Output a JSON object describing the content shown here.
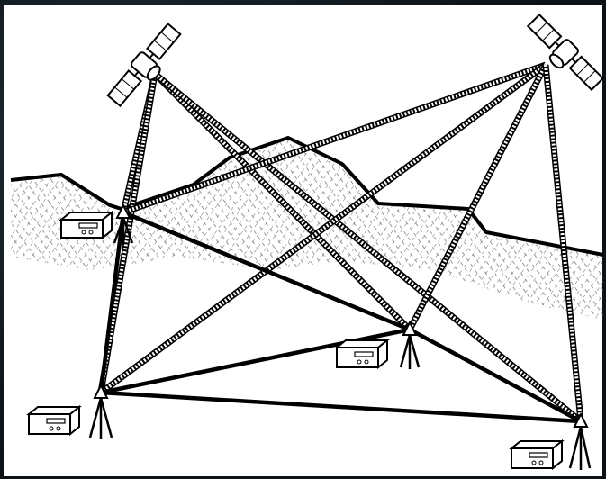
{
  "diagram": {
    "colors": {
      "frame": "#0e1418",
      "background": "#ffffff",
      "ink": "#000000",
      "terrain_hatch": "#6a6a6a"
    },
    "satellites": [
      {
        "id": "sat-left",
        "icon": "satellite-icon"
      },
      {
        "id": "sat-right",
        "icon": "satellite-icon"
      }
    ],
    "receivers": [
      {
        "id": "rx-top-left",
        "icon": "gps-receiver-box-icon"
      },
      {
        "id": "rx-middle",
        "icon": "gps-receiver-box-icon"
      },
      {
        "id": "rx-bottom-left",
        "icon": "gps-receiver-box-icon"
      },
      {
        "id": "rx-bottom-right",
        "icon": "gps-receiver-box-icon"
      }
    ],
    "tripods": [
      {
        "id": "tp-top-left",
        "icon": "tripod-antenna-icon"
      },
      {
        "id": "tp-middle",
        "icon": "tripod-antenna-icon"
      },
      {
        "id": "tp-bottom-left",
        "icon": "tripod-antenna-icon"
      },
      {
        "id": "tp-bottom-right",
        "icon": "tripod-antenna-icon"
      }
    ],
    "baselines": [
      {
        "from": "tp-bottom-left",
        "to": "tp-top-left"
      },
      {
        "from": "tp-top-left",
        "to": "tp-middle"
      },
      {
        "from": "tp-middle",
        "to": "tp-bottom-right"
      },
      {
        "from": "tp-bottom-left",
        "to": "tp-middle"
      },
      {
        "from": "tp-bottom-left",
        "to": "tp-bottom-right"
      }
    ],
    "signal_paths": [
      {
        "from": "sat-left",
        "to": "tp-top-left"
      },
      {
        "from": "sat-left",
        "to": "tp-bottom-left"
      },
      {
        "from": "sat-left",
        "to": "tp-middle"
      },
      {
        "from": "sat-left",
        "to": "tp-bottom-right"
      },
      {
        "from": "sat-right",
        "to": "tp-top-left"
      },
      {
        "from": "sat-right",
        "to": "tp-bottom-left"
      },
      {
        "from": "sat-right",
        "to": "tp-middle"
      },
      {
        "from": "sat-right",
        "to": "tp-bottom-right"
      }
    ]
  }
}
